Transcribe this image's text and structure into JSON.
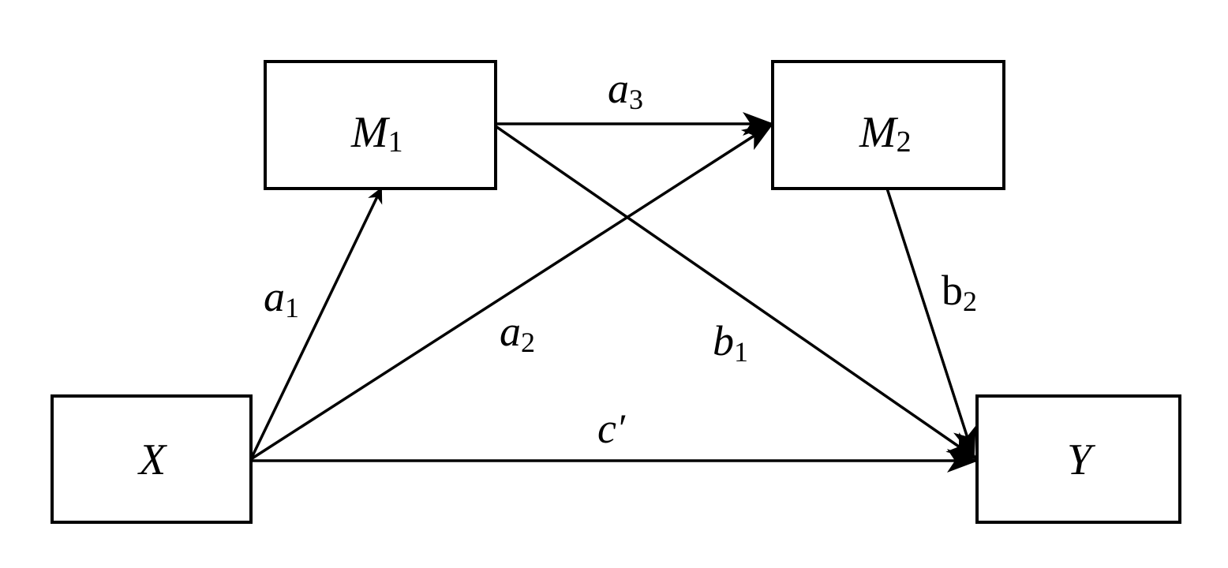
{
  "diagram": {
    "title": "Serial multiple mediation model",
    "line_color": "#000000",
    "background": "#ffffff",
    "nodes": [
      {
        "id": "M1",
        "main": "M",
        "sub": "1"
      },
      {
        "id": "M2",
        "main": "M",
        "sub": "2"
      },
      {
        "id": "X",
        "main": "X",
        "sub": ""
      },
      {
        "id": "Y",
        "main": "Y",
        "sub": ""
      }
    ],
    "paths": [
      {
        "id": "a1",
        "from": "X",
        "to": "M1",
        "main": "a",
        "sub": "1",
        "style": "italic"
      },
      {
        "id": "a2",
        "from": "X",
        "to": "M2",
        "main": "a",
        "sub": "2",
        "style": "italic"
      },
      {
        "id": "a3",
        "from": "M1",
        "to": "M2",
        "main": "a",
        "sub": "3",
        "style": "italic"
      },
      {
        "id": "b1",
        "from": "M1",
        "to": "Y",
        "main": "b",
        "sub": "1",
        "style": "italic"
      },
      {
        "id": "b2",
        "from": "M2",
        "to": "Y",
        "main": "b",
        "sub": "2",
        "style": "upright"
      },
      {
        "id": "c_prime",
        "from": "X",
        "to": "Y",
        "main": "c",
        "sub": "′",
        "style": "italic"
      }
    ]
  }
}
